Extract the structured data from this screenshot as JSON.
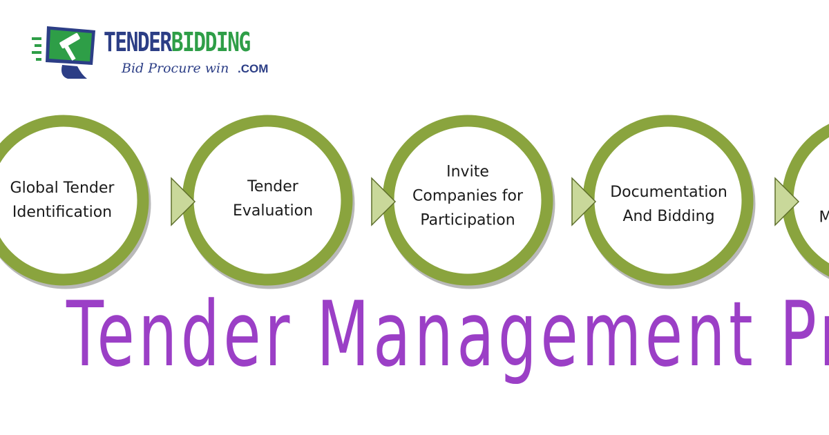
{
  "logo": {
    "word_part1": "TENDER",
    "word_part2": "BIDDING",
    "tagline": "Bid Procure win",
    "suffix": ".COM",
    "colors": {
      "navy": "#2c3e86",
      "green": "#2e9e47"
    }
  },
  "steps": [
    {
      "label": "Global Tender\nIdentification"
    },
    {
      "label": "Tender\nEvaluation"
    },
    {
      "label": "Invite\nCompanies for\nParticipation"
    },
    {
      "label": "Documentation\nAnd Bidding"
    },
    {
      "label": "M"
    }
  ],
  "title": "Tender Management Pro",
  "colors": {
    "ring": "#8aa43e",
    "ring_shadow": "#b9b9b9",
    "arrow_fill": "#c9d89a",
    "arrow_stroke": "#5d6e2a",
    "title": "#9b3fc6"
  }
}
